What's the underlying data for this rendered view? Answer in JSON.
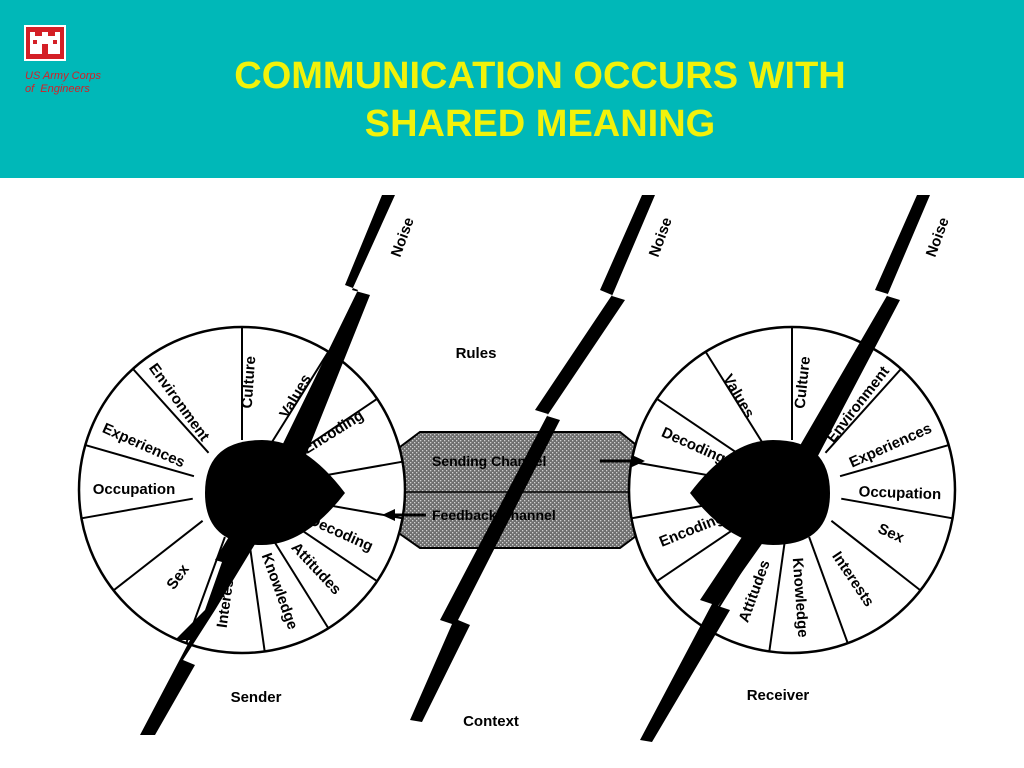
{
  "header": {
    "title_line1": "COMMUNICATION OCCURS WITH",
    "title_line2": "SHARED MEANING",
    "org_line1": "US Army Corps",
    "org_line2": "of  Engineers",
    "logo_icon": "castle-icon",
    "colors": {
      "banner": "#00b8b8",
      "title": "#f2f20a",
      "brand": "#d41f26"
    }
  },
  "diagram": {
    "noise_label": "Noise",
    "rules_label": "Rules",
    "context_label": "Context",
    "sending_channel": "Sending Channel",
    "feedback_channel": "Feedback Channel",
    "sender": {
      "label": "Sender",
      "segments": [
        "Culture",
        "Values",
        "Encoding",
        "Decoding",
        "Attitudes",
        "Knowledge",
        "Interests",
        "Sex",
        "Occupation",
        "Experiences",
        "Environment"
      ]
    },
    "receiver": {
      "label": "Receiver",
      "segments": [
        "Culture",
        "Environment",
        "Experiences",
        "Occupation",
        "Sex",
        "Interests",
        "Knowledge",
        "Attitudes",
        "Encoding",
        "Decoding",
        "Values"
      ]
    }
  }
}
